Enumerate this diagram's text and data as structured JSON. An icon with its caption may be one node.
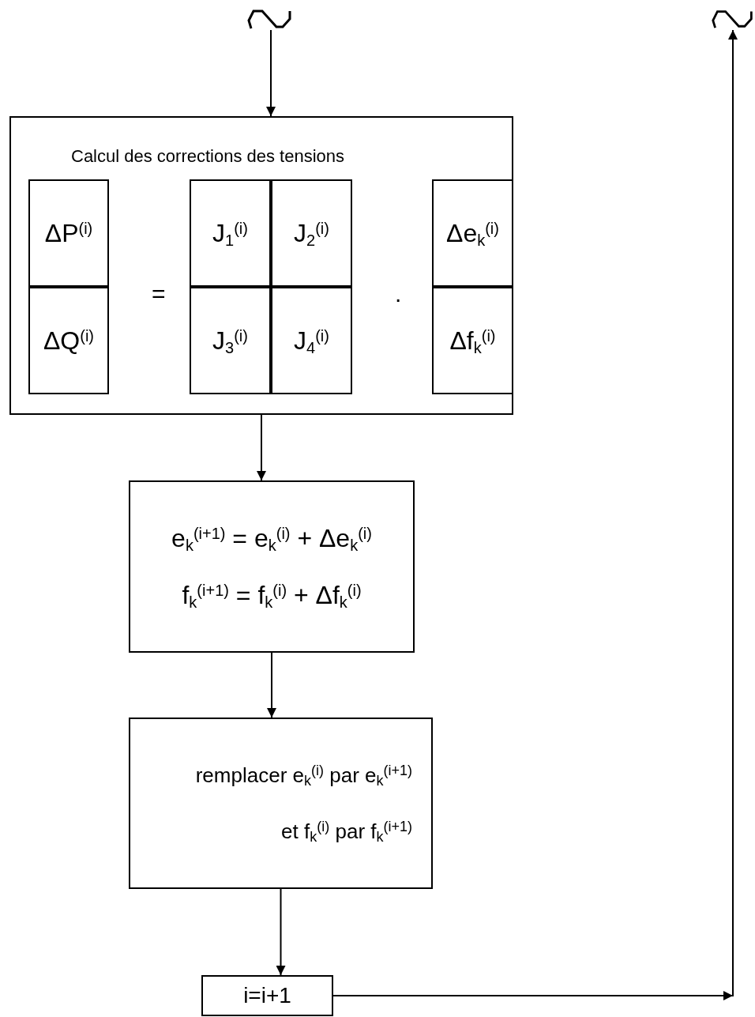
{
  "diagram": {
    "nodes": [
      {
        "text": [],
        "shape": "picture"
      },
      {
        "text": [
          "Calcul des corrections des tensions",
          "=",
          "."
        ]
      },
      {
        "text": [
          "ΔP$^{(i)}$"
        ],
        "in": 1
      },
      {
        "text": [
          "ΔQ$^{(i)}$"
        ],
        "in": 1
      },
      {
        "text": [
          "J$_{1}$$^{(i)}$"
        ],
        "in": 1
      },
      {
        "text": [
          "J$_{2}$$^{(i)}$"
        ],
        "in": 1
      },
      {
        "text": [
          "J$_{3}$$^{(i)}$"
        ],
        "in": 1
      },
      {
        "text": [
          "J$_{4}$$^{(i)}$"
        ],
        "in": 1
      },
      {
        "text": [
          "Δe$_{k}$$^{(i)}$"
        ],
        "in": 1
      },
      {
        "text": [
          "Δf$_{k}$$^{(i)}$"
        ],
        "in": 1
      },
      {
        "text": [
          "e$_{k}$$^{(i+1)}$ = e$_{k}$$^{(i)}$ + Δe$_{k}$$^{(i)}$",
          "f$_{k}$$^{(i+1)}$ = f$_{k}$$^{(i)}$ + Δf$_{k}$$^{(i)}$"
        ]
      },
      {
        "text": [
          "remplacer e$_{k}$$^{(i)}$ par e$_{k}$$^{(i+1)}$",
          "et f$_{k}$$^{(i)}$ par f$_{k}$$^{(i+1)}$"
        ]
      },
      {
        "text": [
          "i=i+1"
        ]
      },
      {
        "text": [],
        "shape": "picture"
      }
    ],
    "edges": [
      {
        "from": 0,
        "to": 1,
        "arrow": "to"
      },
      {
        "from": 1,
        "to": 10,
        "arrow": "to"
      },
      {
        "from": 10,
        "to": 11,
        "arrow": "to"
      },
      {
        "from": 11,
        "to": 12,
        "arrow": "to"
      },
      {
        "from": 12,
        "to": 13,
        "arrow": "to"
      }
    ]
  }
}
